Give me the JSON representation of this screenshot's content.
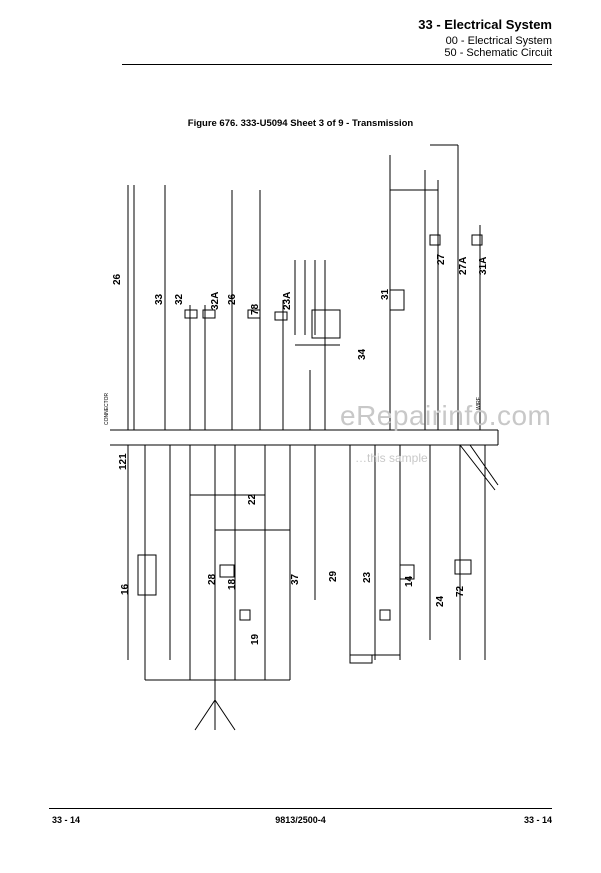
{
  "header": {
    "title": "33 - Electrical System",
    "subtitle1": "00 - Electrical System",
    "subtitle2": "50 - Schematic Circuit"
  },
  "figure": {
    "caption": "Figure 676. 333-U5094 Sheet 3 of 9 - Transmission"
  },
  "schematic": {
    "callouts": [
      "26",
      "33",
      "32",
      "32A",
      "26",
      "78",
      "23A",
      "31",
      "27",
      "27A",
      "31A",
      "34",
      "121",
      "22",
      "16",
      "28",
      "18",
      "19",
      "37",
      "29",
      "23",
      "14",
      "24",
      "72"
    ]
  },
  "watermark": {
    "main": "eRepairinfo.com",
    "sub": "…this sample"
  },
  "footer": {
    "left": "33 - 14",
    "center": "9813/2500-4",
    "right": "33 - 14"
  }
}
